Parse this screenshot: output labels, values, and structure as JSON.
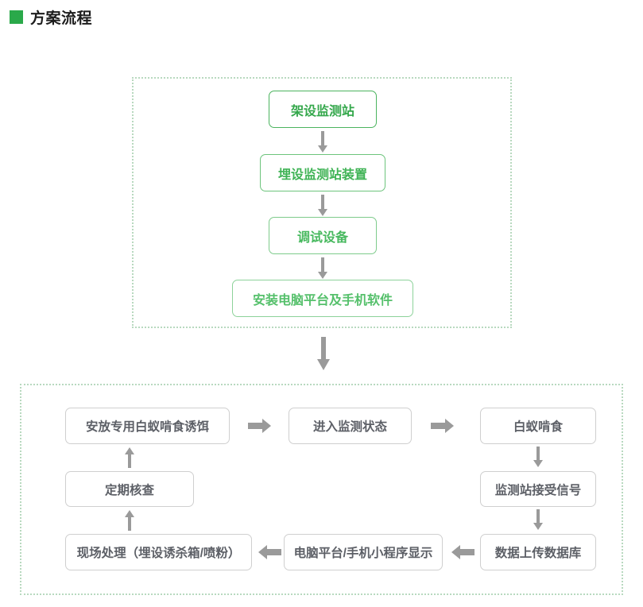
{
  "header": {
    "marker_color": "#2aa94a",
    "title": "方案流程"
  },
  "colors": {
    "green_border": "#4bb45e",
    "green_text": "#35a84c",
    "gray_border": "#cfcfcf",
    "gray_text": "#5c5f66",
    "arrow": "#9a9a9a",
    "dotted_border": "#b8d9bf"
  },
  "chart_data": {
    "type": "diagram",
    "title": "方案流程",
    "sections": [
      {
        "id": "install",
        "style": "green",
        "layout": "vertical",
        "nodes": [
          "架设监测站",
          "埋设监测站装置",
          "调试设备",
          "安装电脑平台及手机软件"
        ],
        "edges": [
          {
            "from": "架设监测站",
            "to": "埋设监测站装置",
            "direction": "down"
          },
          {
            "from": "埋设监测站装置",
            "to": "调试设备",
            "direction": "down"
          },
          {
            "from": "调试设备",
            "to": "安装电脑平台及手机软件",
            "direction": "down"
          }
        ]
      },
      {
        "id": "cycle",
        "style": "gray",
        "layout": "loop",
        "nodes": [
          "安放专用白蚁啃食诱饵",
          "进入监测状态",
          "白蚁啃食",
          "监测站接受信号",
          "数据上传数据库",
          "电脑平台/手机小程序显示",
          "现场处理（埋设诱杀箱/喷粉）",
          "定期核查"
        ],
        "edges": [
          {
            "from": "安放专用白蚁啃食诱饵",
            "to": "进入监测状态",
            "direction": "right"
          },
          {
            "from": "进入监测状态",
            "to": "白蚁啃食",
            "direction": "right"
          },
          {
            "from": "白蚁啃食",
            "to": "监测站接受信号",
            "direction": "down"
          },
          {
            "from": "监测站接受信号",
            "to": "数据上传数据库",
            "direction": "down"
          },
          {
            "from": "数据上传数据库",
            "to": "电脑平台/手机小程序显示",
            "direction": "left"
          },
          {
            "from": "电脑平台/手机小程序显示",
            "to": "现场处理（埋设诱杀箱/喷粉）",
            "direction": "left"
          },
          {
            "from": "现场处理（埋设诱杀箱/喷粉）",
            "to": "定期核查",
            "direction": "up"
          },
          {
            "from": "定期核查",
            "to": "安放专用白蚁啃食诱饵",
            "direction": "up"
          }
        ]
      }
    ],
    "section_link": {
      "from": "install",
      "to": "cycle",
      "direction": "down"
    }
  },
  "install_flow": {
    "node1": "架设监测站",
    "node2": "埋设监测站装置",
    "node3": "调试设备",
    "node4": "安装电脑平台及手机软件"
  },
  "cycle_flow": {
    "bait": "安放专用白蚁啃食诱饵",
    "monitor_state": "进入监测状态",
    "termite_feed": "白蚁啃食",
    "station_signal": "监测站接受信号",
    "upload_db": "数据上传数据库",
    "platform_display": "电脑平台/手机小程序显示",
    "field_treatment": "现场处理（埋设诱杀箱/喷粉）",
    "periodic_check": "定期核查"
  }
}
